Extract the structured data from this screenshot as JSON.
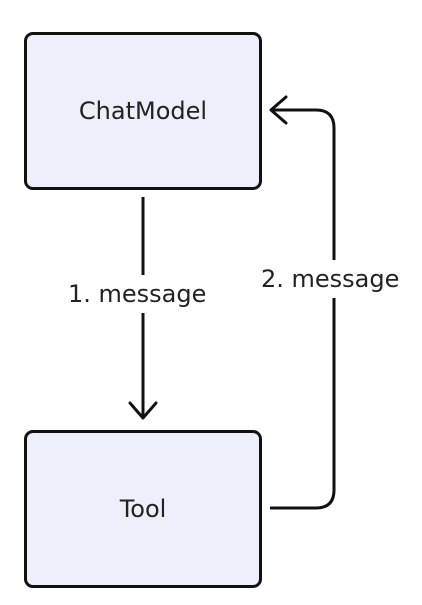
{
  "diagram": {
    "nodes": {
      "chat_model": {
        "label": "ChatModel"
      },
      "tool": {
        "label": "Tool"
      }
    },
    "edges": [
      {
        "from": "chat_model",
        "to": "tool",
        "label": "1. message"
      },
      {
        "from": "tool",
        "to": "chat_model",
        "label": "2. message"
      }
    ]
  },
  "colors": {
    "node_fill": "#edf0fa",
    "stroke": "#111111",
    "text": "#222222"
  }
}
